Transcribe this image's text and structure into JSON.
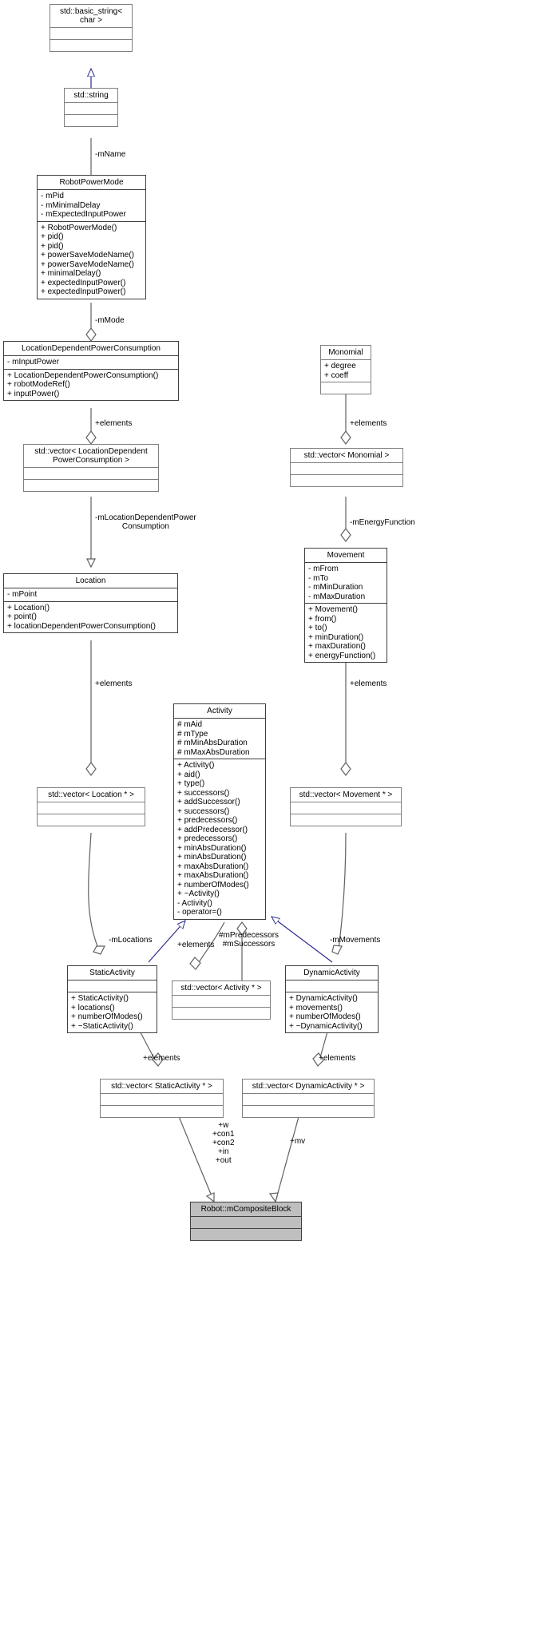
{
  "diagram": {
    "type": "uml-class-diagram",
    "colors": {
      "inheritance_edge": "#29298c",
      "association_edge": "#606060",
      "node_border": "#808080",
      "node_border_strong": "#3f3f3f",
      "node_fill": "#ffffff",
      "node_fill_highlight": "#bfbfbf",
      "text": "#000000"
    }
  },
  "nodes": [
    {
      "id": "basic_string",
      "name": "std::basic_string< char >",
      "title_lines": [
        "std::basic_string<",
        "char >"
      ],
      "attributes": [],
      "methods": []
    },
    {
      "id": "std_string",
      "name": "std::string",
      "title_lines": [
        "std::string"
      ],
      "attributes": [],
      "methods": []
    },
    {
      "id": "robot_power_mode",
      "name": "RobotPowerMode",
      "title_lines": [
        "RobotPowerMode"
      ],
      "attributes": [
        "- mPid",
        "- mMinimalDelay",
        "- mExpectedInputPower"
      ],
      "methods": [
        "+ RobotPowerMode()",
        "+ pid()",
        "+ pid()",
        "+ powerSaveModeName()",
        "+ powerSaveModeName()",
        "+ minimalDelay()",
        "+ expectedInputPower()",
        "+ expectedInputPower()"
      ]
    },
    {
      "id": "ldpc",
      "name": "LocationDependentPowerConsumption",
      "title_lines": [
        "LocationDependentPowerConsumption"
      ],
      "attributes": [
        "- mInputPower"
      ],
      "methods": [
        "+ LocationDependentPowerConsumption()",
        "+ robotModeRef()",
        "+ inputPower()"
      ]
    },
    {
      "id": "vec_ldpc",
      "name": "std::vector< LocationDependentPowerConsumption >",
      "title_lines": [
        "std::vector< LocationDependent",
        "PowerConsumption >"
      ],
      "attributes": [],
      "methods": []
    },
    {
      "id": "monomial",
      "name": "Monomial",
      "title_lines": [
        "Monomial"
      ],
      "attributes": [
        "+ degree",
        "+ coeff"
      ],
      "methods": []
    },
    {
      "id": "vec_monomial",
      "name": "std::vector< Monomial >",
      "title_lines": [
        "std::vector< Monomial >"
      ],
      "attributes": [],
      "methods": []
    },
    {
      "id": "location",
      "name": "Location",
      "title_lines": [
        "Location"
      ],
      "attributes": [
        "- mPoint"
      ],
      "methods": [
        "+ Location()",
        "+ point()",
        "+ locationDependentPowerConsumption()"
      ]
    },
    {
      "id": "movement",
      "name": "Movement",
      "title_lines": [
        "Movement"
      ],
      "attributes": [
        "- mFrom",
        "- mTo",
        "- mMinDuration",
        "- mMaxDuration"
      ],
      "methods": [
        "+ Movement()",
        "+ from()",
        "+ to()",
        "+ minDuration()",
        "+ maxDuration()",
        "+ energyFunction()"
      ]
    },
    {
      "id": "vec_location_ptr",
      "name": "std::vector< Location * >",
      "title_lines": [
        "std::vector< Location * >"
      ],
      "attributes": [],
      "methods": []
    },
    {
      "id": "activity",
      "name": "Activity",
      "title_lines": [
        "Activity"
      ],
      "attributes": [
        "# mAid",
        "# mType",
        "# mMinAbsDuration",
        "# mMaxAbsDuration"
      ],
      "methods": [
        "+ Activity()",
        "+ aid()",
        "+ type()",
        "+ successors()",
        "+ addSuccessor()",
        "+ successors()",
        "+ predecessors()",
        "+ addPredecessor()",
        "+ predecessors()",
        "+ minAbsDuration()",
        "+ minAbsDuration()",
        "+ maxAbsDuration()",
        "+ maxAbsDuration()",
        "+ numberOfModes()",
        "+ ~Activity()",
        "- Activity()",
        "- operator=()"
      ]
    },
    {
      "id": "vec_movement_ptr",
      "name": "std::vector< Movement * >",
      "title_lines": [
        "std::vector< Movement * >"
      ],
      "attributes": [],
      "methods": []
    },
    {
      "id": "static_activity",
      "name": "StaticActivity",
      "title_lines": [
        "StaticActivity"
      ],
      "attributes": [],
      "methods": [
        "+ StaticActivity()",
        "+ locations()",
        "+ numberOfModes()",
        "+ ~StaticActivity()"
      ]
    },
    {
      "id": "vec_activity_ptr",
      "name": "std::vector< Activity * >",
      "title_lines": [
        "std::vector< Activity * >"
      ],
      "attributes": [],
      "methods": []
    },
    {
      "id": "dynamic_activity",
      "name": "DynamicActivity",
      "title_lines": [
        "DynamicActivity"
      ],
      "attributes": [],
      "methods": [
        "+ DynamicActivity()",
        "+ movements()",
        "+ numberOfModes()",
        "+ ~DynamicActivity()"
      ]
    },
    {
      "id": "vec_static_activity_ptr",
      "name": "std::vector< StaticActivity * >",
      "title_lines": [
        "std::vector< StaticActivity * >"
      ],
      "attributes": [],
      "methods": []
    },
    {
      "id": "vec_dynamic_activity_ptr",
      "name": "std::vector< DynamicActivity * >",
      "title_lines": [
        "std::vector< DynamicActivity * >"
      ],
      "attributes": [],
      "methods": []
    },
    {
      "id": "robot_composite_block",
      "name": "Robot::mCompositeBlock",
      "title_lines": [
        "Robot::mCompositeBlock"
      ],
      "attributes": [],
      "methods": []
    }
  ],
  "edge_labels": [
    {
      "id": "mname",
      "text": "-mName"
    },
    {
      "id": "mmode",
      "text": "-mMode"
    },
    {
      "id": "elements_ldpc",
      "text": "+elements"
    },
    {
      "id": "elements_monomial",
      "text": "+elements"
    },
    {
      "id": "mlocationdependentpower",
      "text": "-mLocationDependentPower\nConsumption"
    },
    {
      "id": "mlocationdependentpower_l1",
      "text": "-mLocationDependentPower"
    },
    {
      "id": "mlocationdependentpower_l2",
      "text": "Consumption"
    },
    {
      "id": "menergyfunction",
      "text": "-mEnergyFunction"
    },
    {
      "id": "elements_location",
      "text": "+elements"
    },
    {
      "id": "elements_movement",
      "text": "+elements"
    },
    {
      "id": "mlocations",
      "text": "-mLocations"
    },
    {
      "id": "elements_activity",
      "text": "+elements"
    },
    {
      "id": "mpredecessors",
      "text": "#mPredecessors"
    },
    {
      "id": "msuccessors",
      "text": "#mSuccessors"
    },
    {
      "id": "mmovements",
      "text": "-mMovements"
    },
    {
      "id": "elements_static",
      "text": "+elements"
    },
    {
      "id": "elements_dynamic",
      "text": "+elements"
    },
    {
      "id": "plus_w",
      "text": "+w"
    },
    {
      "id": "plus_con1",
      "text": "+con1"
    },
    {
      "id": "plus_con2",
      "text": "+con2"
    },
    {
      "id": "plus_in",
      "text": "+in"
    },
    {
      "id": "plus_out",
      "text": "+out"
    },
    {
      "id": "plus_mv",
      "text": "+mv"
    }
  ]
}
